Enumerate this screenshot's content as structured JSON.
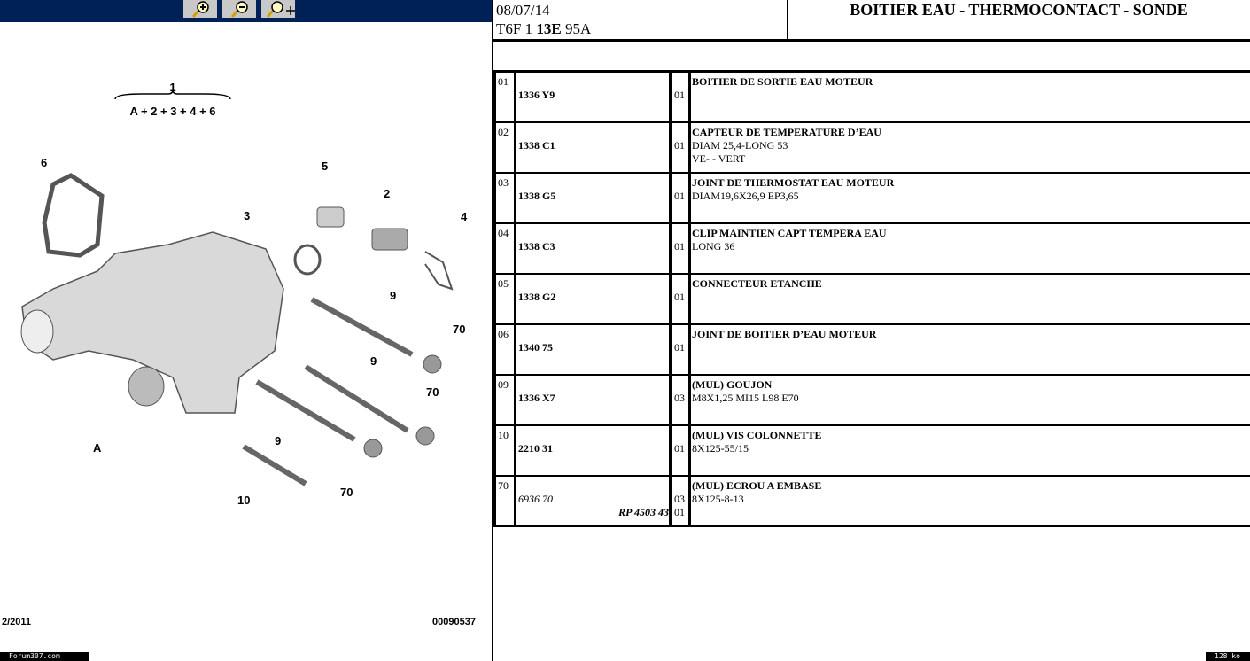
{
  "toolbar": {
    "buttons": [
      {
        "name": "zoom-in"
      },
      {
        "name": "zoom-out"
      },
      {
        "name": "zoom-pan"
      }
    ]
  },
  "diagram": {
    "group_label": "1",
    "group_formula": "A + 2 + 3 + 4 + 6",
    "callouts": [
      "6",
      "5",
      "3",
      "2",
      "4",
      "9",
      "70",
      "9",
      "70",
      "A",
      "9",
      "70",
      "10"
    ],
    "footer_date": "2/2011",
    "footer_ref": "00090537"
  },
  "badges": {
    "left": "Forum307.com",
    "right": "128 ko"
  },
  "header": {
    "date": "08/07/14",
    "code_prefix": "T6F 1 ",
    "code_bold": "13E",
    "code_suffix": " 95A",
    "title": "BOITIER EAU - THERMOCONTACT - SONDE"
  },
  "parts": [
    {
      "idx": "01",
      "ref": "1336 Y9",
      "qty": "01",
      "name": "BOITIER DE SORTIE EAU MOTEUR",
      "details": []
    },
    {
      "idx": "02",
      "ref": "1338 C1",
      "qty": "01",
      "name": "CAPTEUR DE TEMPERATURE D’EAU",
      "details": [
        "DIAM 25,4-LONG 53",
        "VE- - VERT"
      ]
    },
    {
      "idx": "03",
      "ref": "1338 G5",
      "qty": "01",
      "name": "JOINT DE THERMOSTAT EAU MOTEUR",
      "details": [
        "DIAM19,6X26,9 EP3,65"
      ]
    },
    {
      "idx": "04",
      "ref": "1338 C3",
      "qty": "01",
      "name": "CLIP MAINTIEN CAPT TEMPERA EAU",
      "details": [
        "LONG 36"
      ]
    },
    {
      "idx": "05",
      "ref": "1338 G2",
      "qty": "01",
      "name": "CONNECTEUR ETANCHE",
      "details": []
    },
    {
      "idx": "06",
      "ref": "1340 75",
      "qty": "01",
      "name": "JOINT DE BOITIER D’EAU MOTEUR",
      "details": []
    },
    {
      "idx": "09",
      "ref": "1336 X7",
      "qty": "03",
      "name": "(MUL) GOUJON",
      "details": [
        "M8X1,25 MI15 L98 E70"
      ]
    },
    {
      "idx": "10",
      "ref": "2210 31",
      "qty": "01",
      "name": "(MUL) VIS COLONNETTE",
      "details": [
        "8X125-55/15"
      ]
    },
    {
      "idx": "70",
      "ref": "6936 70",
      "ref_alt": "RP 4503 43",
      "qty": "03",
      "qty_alt": "01",
      "name": "(MUL) ECROU A EMBASE",
      "details": [
        "8X125-8-13"
      ]
    }
  ]
}
